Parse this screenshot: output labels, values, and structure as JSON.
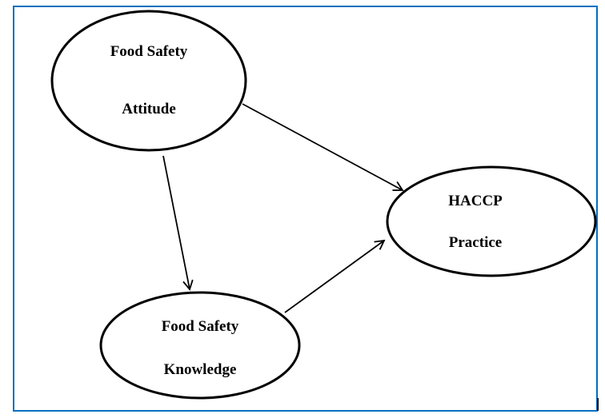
{
  "nodes": {
    "attitude": {
      "line1": "Food Safety",
      "line2": "Attitude"
    },
    "haccp": {
      "line1": "HACCP",
      "line2": "Practice"
    },
    "knowledge": {
      "line1": "Food Safety",
      "line2": "Knowledge"
    }
  },
  "edges": [
    {
      "from": "attitude",
      "to": "haccp"
    },
    {
      "from": "attitude",
      "to": "knowledge"
    },
    {
      "from": "knowledge",
      "to": "haccp"
    }
  ],
  "colors": {
    "frame": "#0070c0",
    "stroke": "#000000"
  }
}
